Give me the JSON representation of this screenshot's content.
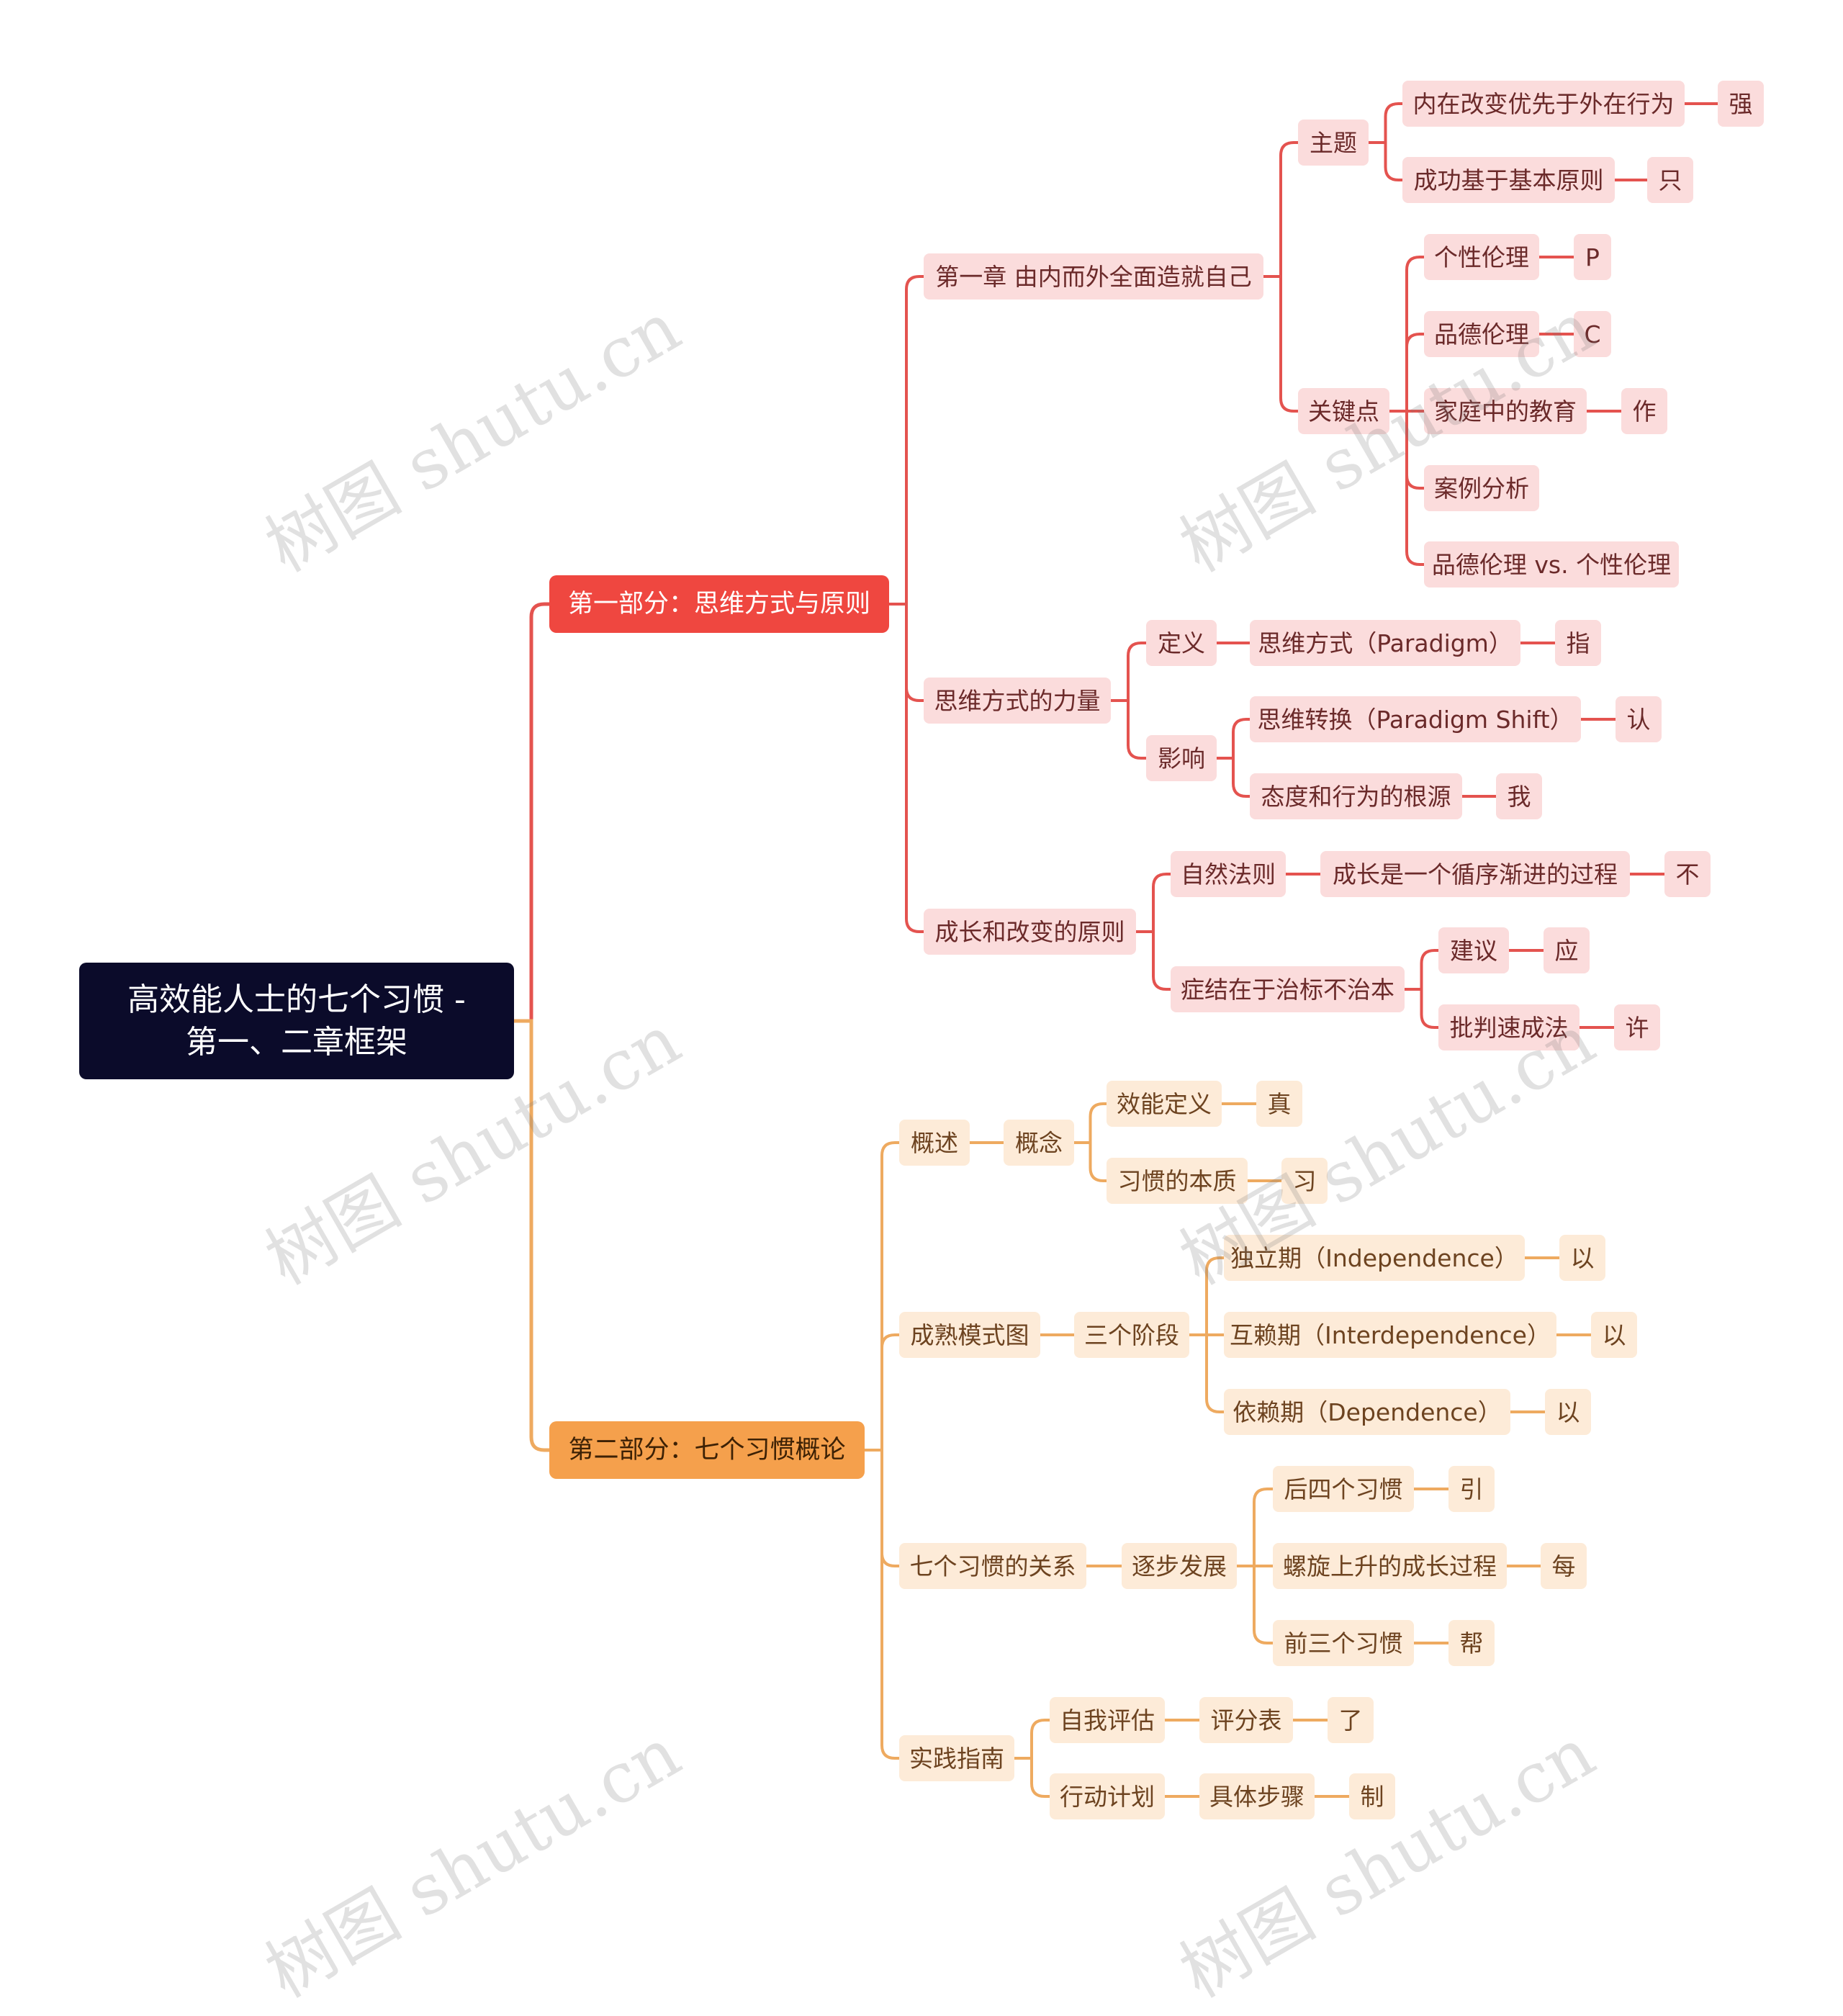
{
  "root": {
    "line1": "高效能人士的七个习惯 -",
    "line2": "第一、二章框架"
  },
  "colors": {
    "red_line": "#e4534f",
    "orange_line": "#eeaa60",
    "root_bg": "#0b0b2a"
  },
  "watermark": "树图 shutu.cn",
  "part1": {
    "label": "第一部分：思维方式与原则",
    "ch1": {
      "label": "第一章 由内而外全面造就自己",
      "theme": {
        "label": "主题",
        "a": "内在改变优先于外在行为",
        "a_tail": "强",
        "b": "成功基于基本原则",
        "b_tail": "只"
      },
      "keys": {
        "label": "关键点",
        "k1": "个性伦理",
        "k1_tail": "P",
        "k2": "品德伦理",
        "k2_tail": "C",
        "k3": "家庭中的教育",
        "k3_tail": "作",
        "k4": "案例分析",
        "k5": "品德伦理 vs. 个性伦理"
      }
    },
    "power": {
      "label": "思维方式的力量",
      "def": "定义",
      "def_a": "思维方式（Paradigm）",
      "def_a_tail": "指",
      "impact": "影响",
      "imp_a": "思维转换（Paradigm Shift）",
      "imp_a_tail": "认",
      "imp_b": "态度和行为的根源",
      "imp_b_tail": "我"
    },
    "growth": {
      "label": "成长和改变的原则",
      "nat": "自然法则",
      "nat_a": "成长是一个循序渐进的过程",
      "nat_a_tail": "不",
      "sym": "症结在于治标不治本",
      "sym_a": "建议",
      "sym_a_tail": "应",
      "sym_b": "批判速成法",
      "sym_b_tail": "许"
    }
  },
  "part2": {
    "label": "第二部分：七个习惯概论",
    "overview": {
      "label": "概述",
      "concept": "概念",
      "a": "效能定义",
      "a_tail": "真",
      "b": "习惯的本质",
      "b_tail": "习"
    },
    "maturity": {
      "label": "成熟模式图",
      "stages": "三个阶段",
      "a": "独立期（Independence）",
      "a_tail": "以",
      "b": "互赖期（Interdependence）",
      "b_tail": "以",
      "c": "依赖期（Dependence）",
      "c_tail": "以"
    },
    "relation": {
      "label": "七个习惯的关系",
      "dev": "逐步发展",
      "a": "后四个习惯",
      "a_tail": "引",
      "b": "螺旋上升的成长过程",
      "b_tail": "每",
      "c": "前三个习惯",
      "c_tail": "帮"
    },
    "practice": {
      "label": "实践指南",
      "self": "自我评估",
      "self_a": "评分表",
      "self_a_tail": "了",
      "plan": "行动计划",
      "plan_a": "具体步骤",
      "plan_a_tail": "制"
    }
  }
}
